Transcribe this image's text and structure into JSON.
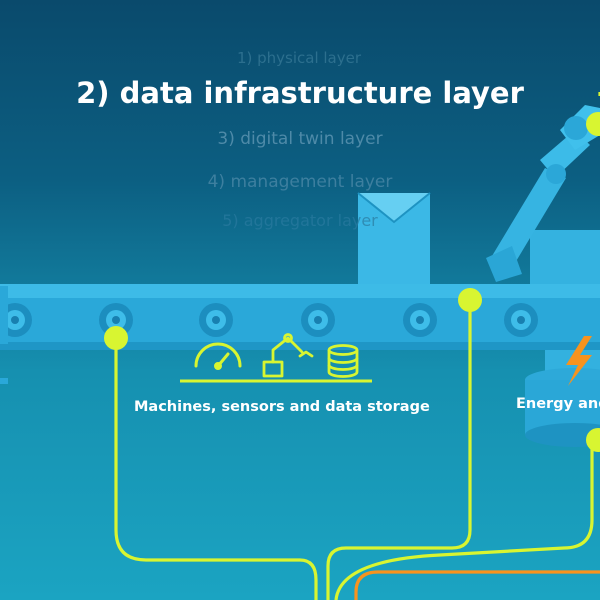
{
  "layers": {
    "layer_1": "1) physical layer",
    "layer_2": "2) data infrastructure layer",
    "layer_3": "3) digital twin layer",
    "layer_4": "4) management layer",
    "layer_5": "5) aggregator layer"
  },
  "captions": {
    "machines": "Machines, sensors and data storage",
    "energy": "Energy and"
  },
  "colors": {
    "accent_line": "#d8f531",
    "energy_line": "#f7931e",
    "machine_blue": "#2cb3e0",
    "background": "#0c5f82"
  },
  "icons": [
    "gauge-icon",
    "robot-arm-icon",
    "database-icon",
    "lightning-icon",
    "envelope-box-icon"
  ]
}
